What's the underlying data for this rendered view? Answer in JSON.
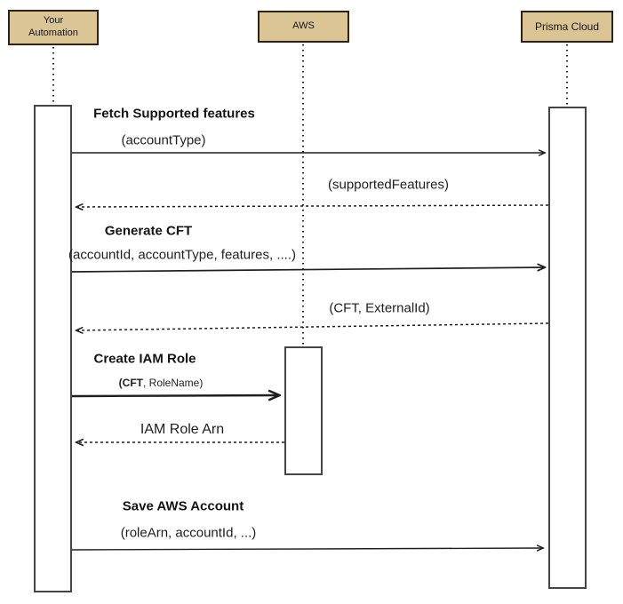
{
  "diagram": {
    "type": "sequence-diagram",
    "colors": {
      "actor_fill": "#dcc594",
      "actor_border": "#2b2318",
      "line": "#1f1f1f",
      "background": "#ffffff"
    },
    "actors": [
      {
        "id": "your-automation",
        "label": "Your\nAutomation"
      },
      {
        "id": "aws",
        "label": "AWS"
      },
      {
        "id": "prisma-cloud",
        "label": "Prisma Cloud"
      }
    ],
    "messages": [
      {
        "title": "Fetch Supported features",
        "params": "(accountType)",
        "from": "Your Automation",
        "to": "Prisma Cloud",
        "style": "solid"
      },
      {
        "params": "(supportedFeatures)",
        "from": "Prisma Cloud",
        "to": "Your Automation",
        "style": "dashed"
      },
      {
        "title": "Generate CFT",
        "params": "(accountId, accountType, features, ....)",
        "from": "Your Automation",
        "to": "Prisma Cloud",
        "style": "solid"
      },
      {
        "params": "(CFT, ExternalId)",
        "from": "Prisma Cloud",
        "to": "Your Automation",
        "style": "dashed"
      },
      {
        "title": "Create IAM Role",
        "params_bold": "(CFT",
        "params_rest": ", RoleName)",
        "from": "Your Automation",
        "to": "AWS",
        "style": "solid"
      },
      {
        "label": "IAM Role Arn",
        "from": "AWS",
        "to": "Your Automation",
        "style": "dashed"
      },
      {
        "title": "Save AWS Account",
        "params": "(roleArn, accountId, ...)",
        "from": "Your Automation",
        "to": "Prisma Cloud",
        "style": "solid"
      }
    ]
  }
}
